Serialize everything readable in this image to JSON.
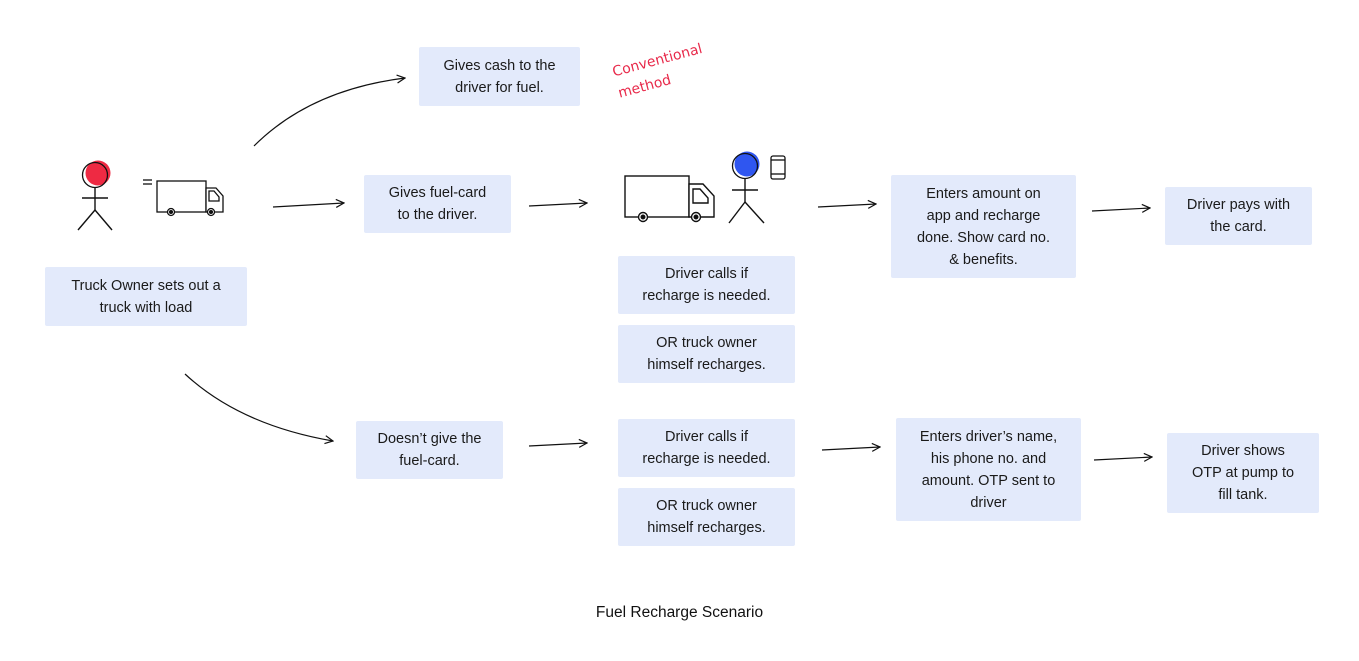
{
  "title": "Fuel Recharge Scenario",
  "annotation": "Conventional\nmethod",
  "colors": {
    "box_fill": "#e3eafb",
    "owner_head": "#ee2a43",
    "driver_head": "#2f56f0",
    "annotation": "#e8294a"
  },
  "boxes": {
    "owner": "Truck Owner sets out a\ntruck with load",
    "cash": "Gives cash to the\ndriver for fuel.",
    "fuel_card": "Gives fuel-card\nto the driver.",
    "calls_top": "Driver calls if\nrecharge is needed.",
    "owner_recharges_top": "OR truck owner\nhimself recharges.",
    "enters_amount": "Enters amount on\napp and recharge\ndone. Show card no.\n& benefits.",
    "pays_card": "Driver pays with\nthe card.",
    "no_card": "Doesn’t give the\nfuel-card.",
    "calls_bottom": "Driver calls if\nrecharge is needed.",
    "owner_recharges_bottom": "OR truck owner\nhimself recharges.",
    "enters_name": "Enters driver’s name,\nhis phone no. and\namount. OTP sent to\ndriver",
    "shows_otp": "Driver shows\nOTP at pump to\nfill tank."
  },
  "icons": {
    "owner": "stick-figure-icon",
    "truck_owner": "truck-icon",
    "truck_driver": "truck-icon",
    "driver": "stick-figure-icon",
    "phone": "phone-icon"
  }
}
